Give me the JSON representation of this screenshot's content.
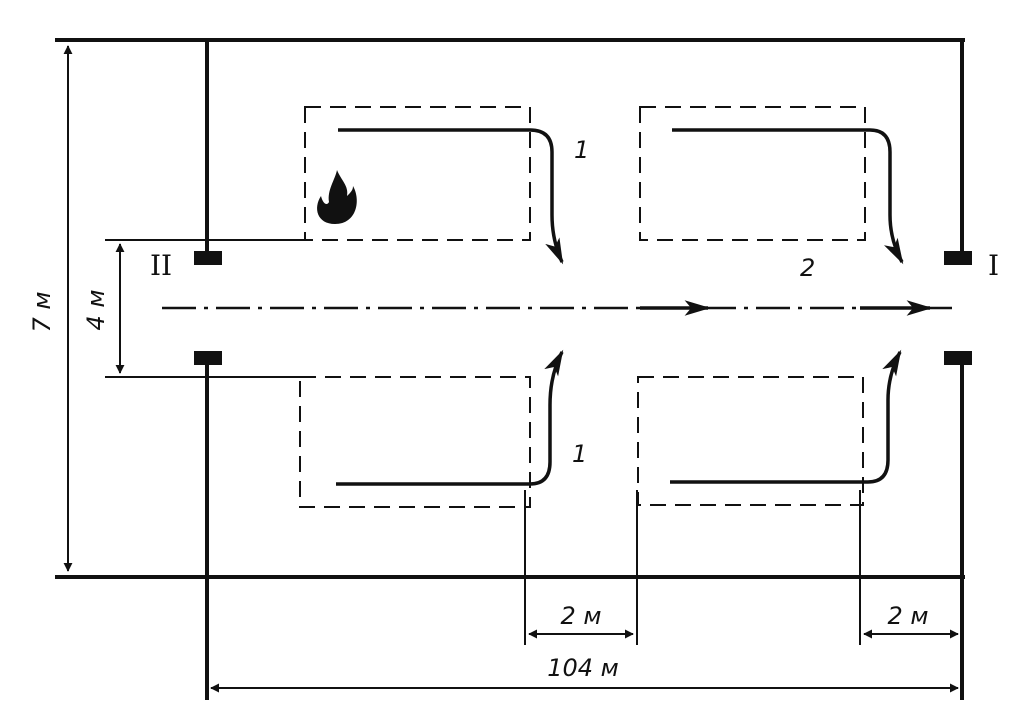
{
  "labels": {
    "exit_left": "II",
    "exit_right": "I",
    "route_1_top": "1",
    "route_1_bottom": "1",
    "route_2": "2"
  },
  "dimensions": {
    "total_width": "7 м",
    "corridor_width": "4 м",
    "length": "104 м",
    "gap_middle": "2 м",
    "gap_right": "2 м"
  },
  "icons": {
    "fire": "fire-icon"
  },
  "colors": {
    "ink": "#111111",
    "background": "#ffffff"
  }
}
